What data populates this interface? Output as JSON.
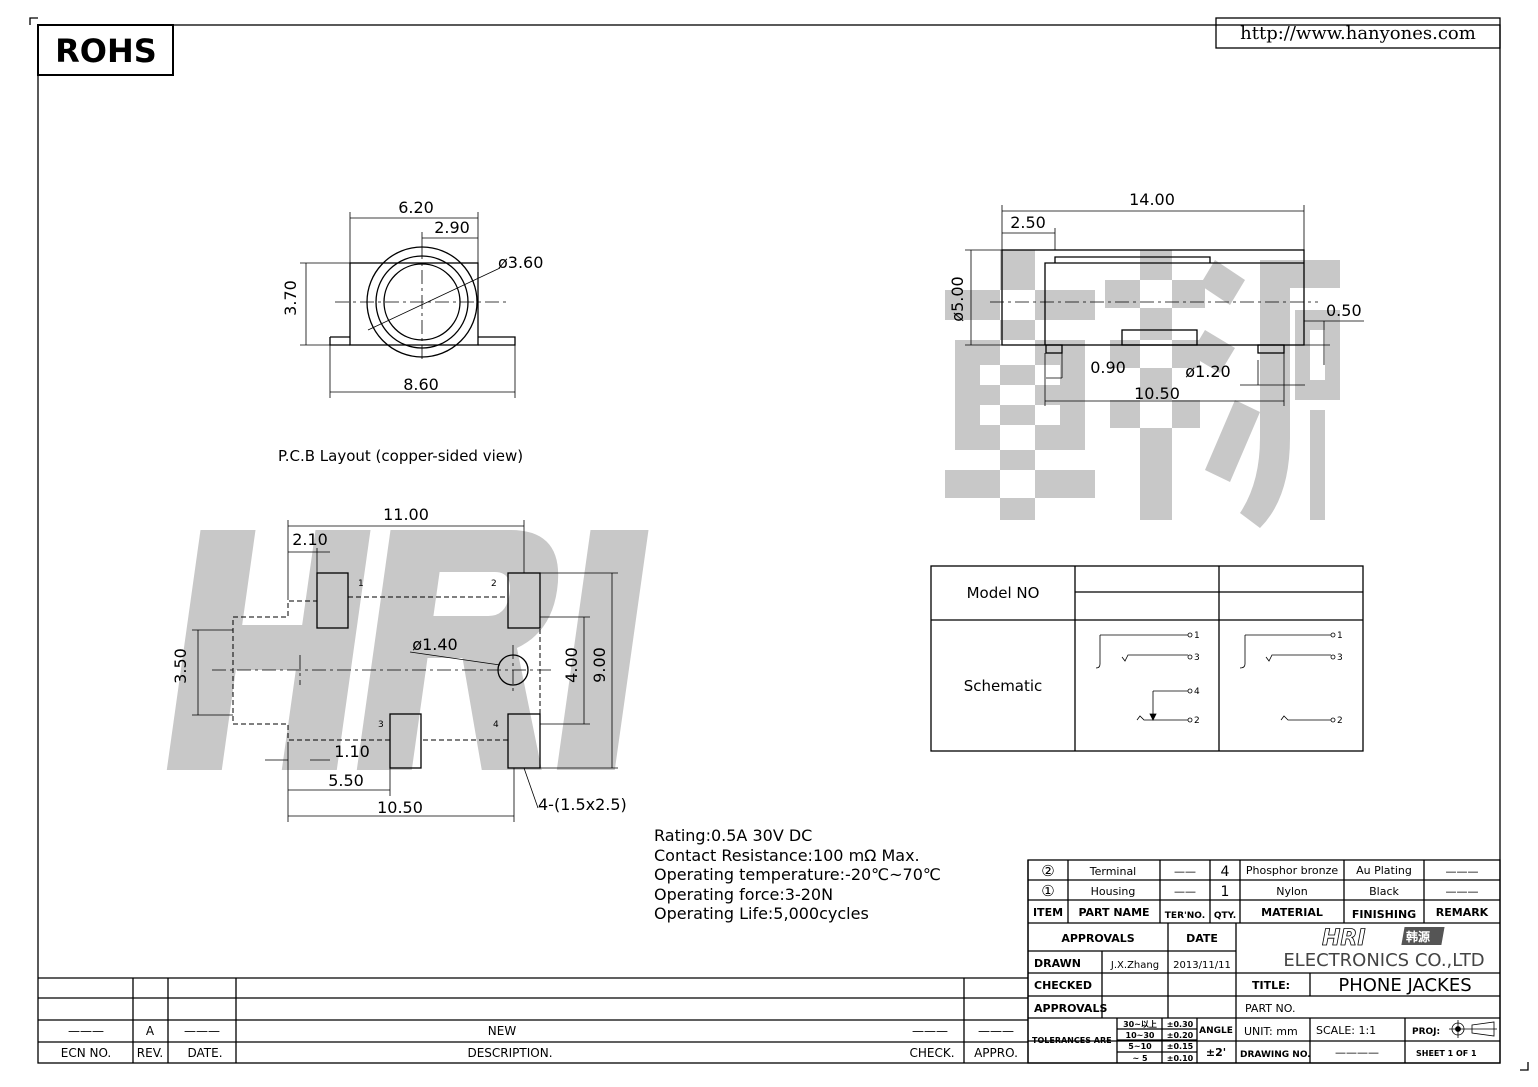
{
  "header": {
    "rohs": "ROHS",
    "url": "http://www.hanyones.com"
  },
  "watermark": {
    "brand": "HRI",
    "chinese": "韩源"
  },
  "front_view": {
    "dims": [
      "6.20",
      "2.90",
      "ø3.60",
      "3.70",
      "8.60"
    ]
  },
  "side_view": {
    "dims": [
      "14.00",
      "2.50",
      "ø5.00",
      "0.50",
      "0.90",
      "ø1.20",
      "10.50"
    ]
  },
  "pcb_layout": {
    "title": "P.C.B Layout (copper-sided view)",
    "dims": [
      "11.00",
      "2.10",
      "ø1.40",
      "3.50",
      "4.00",
      "9.00",
      "1.10",
      "5.50",
      "10.50",
      "4-(1.5x2.5)"
    ],
    "pad_labels": [
      "1",
      "2",
      "3",
      "4"
    ]
  },
  "specs": [
    "Rating:0.5A 30V DC",
    "Contact Resistance:100 mΩ Max.",
    "Operating temperature:-20℃~70℃",
    "Operating force:3-20N",
    "Operating Life:5,000cycles"
  ],
  "model_table": {
    "model_label": "Model NO",
    "schematic_label": "Schematic",
    "pins_a": [
      "1",
      "3",
      "4",
      "2"
    ],
    "pins_b": [
      "1",
      "3",
      "2"
    ]
  },
  "bom": {
    "rows": [
      {
        "item": "②",
        "part_name": "Terminal",
        "ter_no": "——",
        "qty": "4",
        "material": "Phosphor bronze",
        "finishing": "Au Plating",
        "remark": "———"
      },
      {
        "item": "①",
        "part_name": "Housing",
        "ter_no": "——",
        "qty": "1",
        "material": "Nylon",
        "finishing": "Black",
        "remark": "———"
      }
    ],
    "headers": {
      "item": "ITEM",
      "part_name": "PART NAME",
      "ter_no": "TER'NO.",
      "qty": "QTY.",
      "material": "MATERIAL",
      "finishing": "FINISHING",
      "remark": "REMARK"
    }
  },
  "title_block": {
    "approvals_header": "APPROVALS",
    "date_header": "DATE",
    "drawn_label": "DRAWN",
    "drawn_by": "J.X.Zhang",
    "drawn_date": "2013/11/11",
    "checked_label": "CHECKED",
    "approvals_label": "APPROVALS",
    "company": "ELECTRONICS CO.,LTD",
    "title_label": "TITLE:",
    "title": "PHONE JACKES",
    "part_no_label": "PART NO.",
    "tolerances_label": "TOLERANCES ARE",
    "tol_ranges": [
      "30~以上",
      "10~30",
      "5~10",
      "~ 5"
    ],
    "tol_values": [
      "±0.30",
      "±0.20",
      "±0.15",
      "±0.10"
    ],
    "angle_label": "ANGLE",
    "angle_value": "±2'",
    "unit": "UNIT: mm",
    "scale": "SCALE:  1:1",
    "proj": "PROJ:",
    "drawing_no_label": "DRAWING NO.",
    "drawing_no": "————",
    "sheet": "SHEET  1 OF 1"
  },
  "revision_block": {
    "row": {
      "ecn": "———",
      "rev": "A",
      "date": "———",
      "description": "NEW",
      "check": "———",
      "appro": "———"
    },
    "headers": {
      "ecn": "ECN NO.",
      "rev": "REV.",
      "date": "DATE.",
      "description": "DESCRIPTION.",
      "check": "CHECK.",
      "appro": "APPRO."
    }
  }
}
